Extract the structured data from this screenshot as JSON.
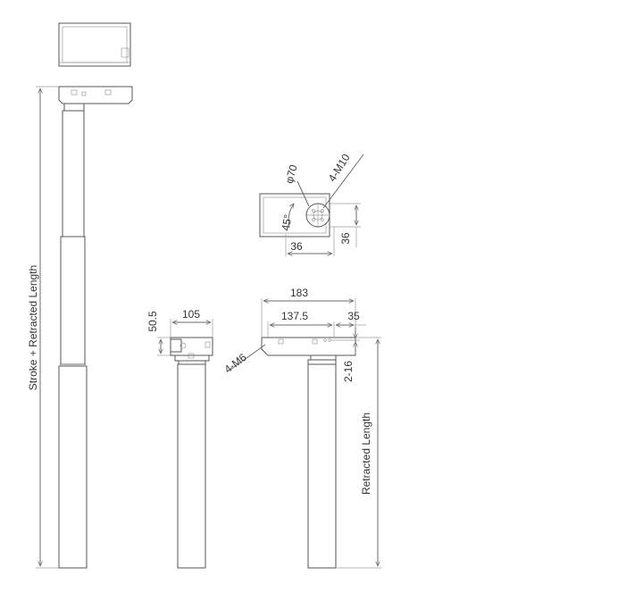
{
  "labels": {
    "stroke_plus_retracted": "Stroke + Retracted Length",
    "retracted_length": "Retracted Length",
    "d183": "183",
    "d137_5": "137.5",
    "d35": "35",
    "d105": "105",
    "d50_5": "50.5",
    "m6": "4-M6",
    "d2_16": "2-16",
    "phi70": "φ70",
    "m10": "4-M10",
    "d45": "45°",
    "d36_h": "36",
    "d36_v": "36"
  }
}
